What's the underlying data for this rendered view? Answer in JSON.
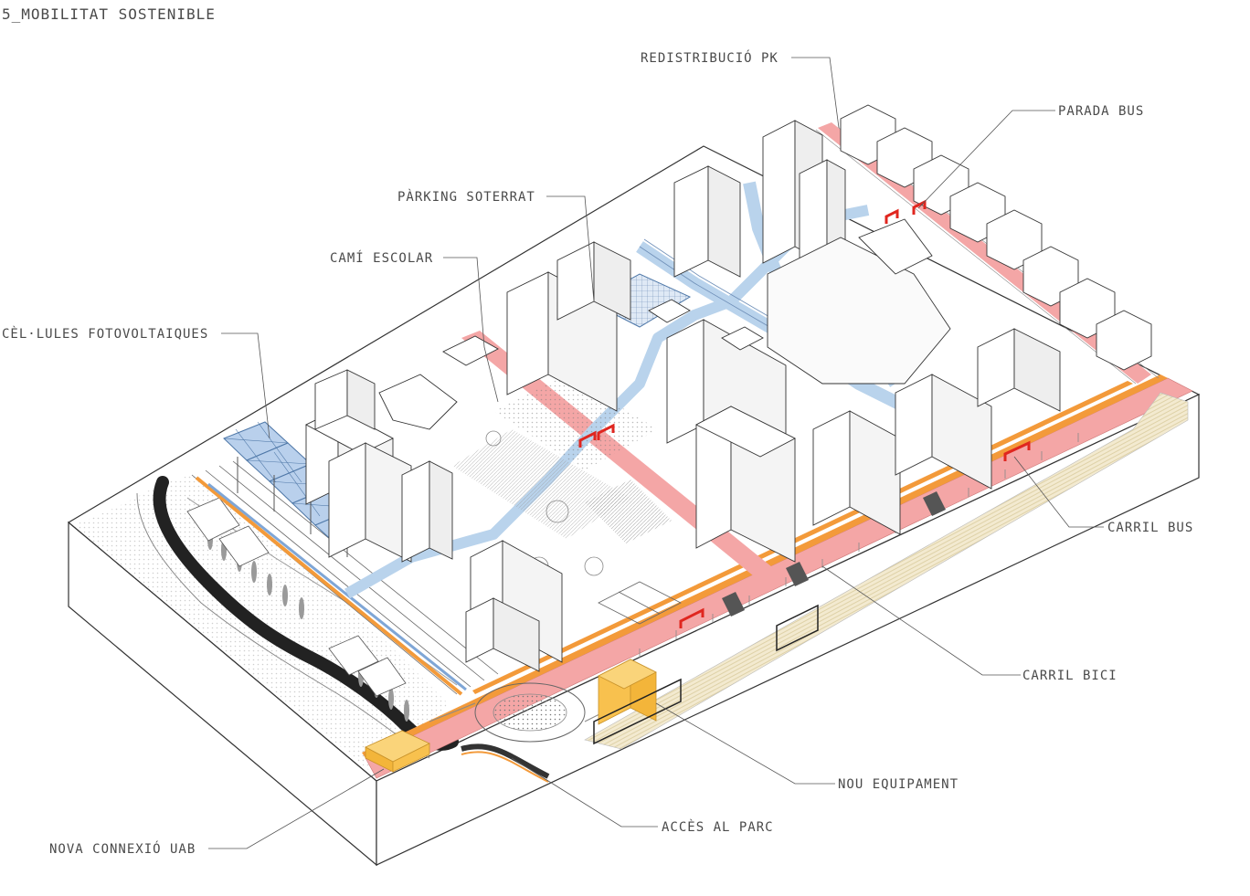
{
  "title": "5_MOBILITAT SOSTENIBLE",
  "labels": {
    "redistribucio_pk": "REDISTRIBUCIÓ PK",
    "parada_bus": "PARADA BUS",
    "parking_soterrat": "PÀRKING SOTERRAT",
    "cami_escolar": "CAMÍ ESCOLAR",
    "cellules_fotovoltaiques": "CÈL·LULES FOTOVOLTAIQUES",
    "carril_bus": "CARRIL BUS",
    "carril_bici": "CARRIL BICI",
    "nou_equipament": "NOU EQUIPAMENT",
    "acces_al_parc": "ACCÈS AL PARC",
    "nova_connexio_uab": "NOVA CONNEXIÓ UAB"
  },
  "colors": {
    "bus_lane": "#f4a6a6",
    "bus_stop": "#e0261f",
    "bike_lane": "#f39a3a",
    "school_path": "#b9d3ec",
    "solar": "#7fa6d6",
    "equipment": "#f8c14e",
    "park_ground": "#efe3c2",
    "river": "#222222",
    "line": "#555555"
  }
}
